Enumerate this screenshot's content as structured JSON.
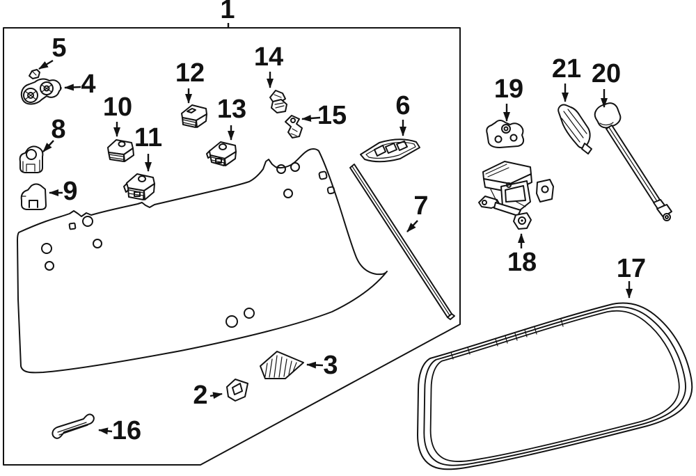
{
  "diagram": {
    "background": "#ffffff",
    "line_color": "#121212",
    "callouts": {
      "c1": {
        "label": "1"
      },
      "c2": {
        "label": "2"
      },
      "c3": {
        "label": "3"
      },
      "c4": {
        "label": "4"
      },
      "c5": {
        "label": "5"
      },
      "c6": {
        "label": "6"
      },
      "c7": {
        "label": "7"
      },
      "c8": {
        "label": "8"
      },
      "c9": {
        "label": "9"
      },
      "c10": {
        "label": "10"
      },
      "c11": {
        "label": "11"
      },
      "c12": {
        "label": "12"
      },
      "c13": {
        "label": "13"
      },
      "c14": {
        "label": "14"
      },
      "c15": {
        "label": "15"
      },
      "c16": {
        "label": "16"
      },
      "c17": {
        "label": "17"
      },
      "c18": {
        "label": "18"
      },
      "c19": {
        "label": "19"
      },
      "c20": {
        "label": "20"
      },
      "c21": {
        "label": "21"
      }
    }
  }
}
